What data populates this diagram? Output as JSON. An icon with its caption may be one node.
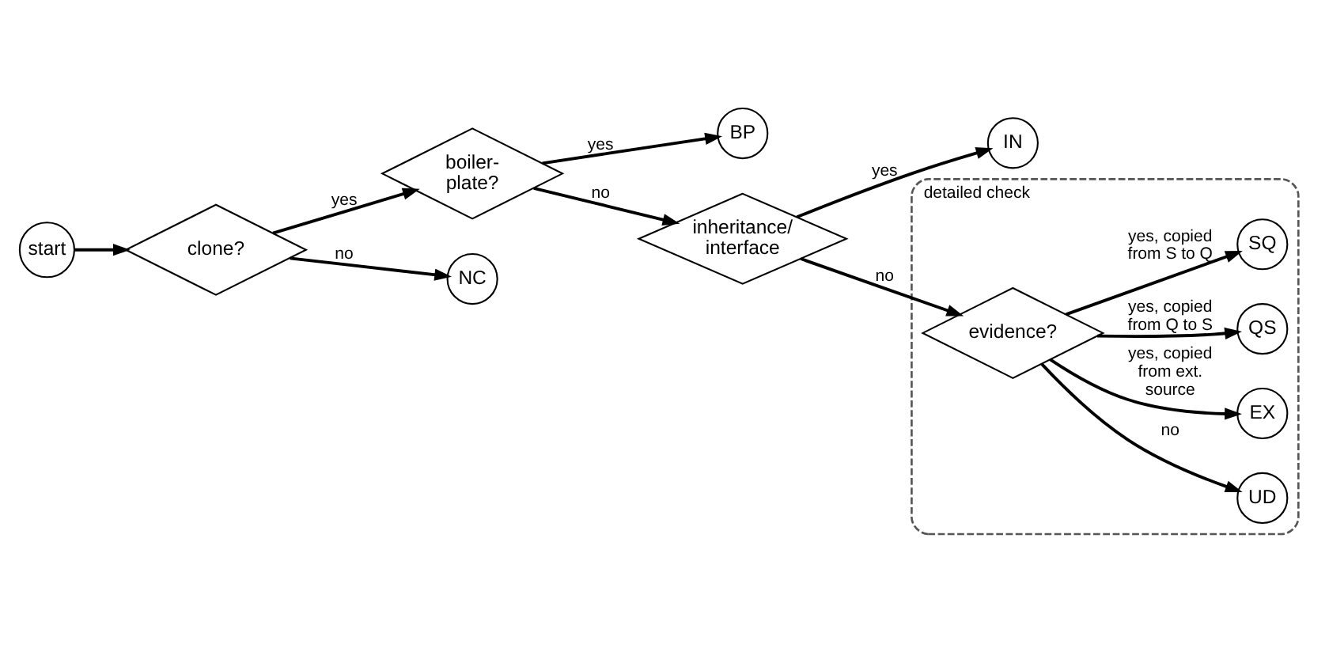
{
  "diagram": {
    "nodes": [
      {
        "text": [
          "start"
        ]
      },
      {
        "text": [
          "clone?"
        ]
      },
      {
        "text": [
          "boiler- plate?"
        ]
      },
      {
        "text": [
          "BP"
        ]
      },
      {
        "text": [
          "NC"
        ]
      },
      {
        "text": [
          "inheritance/ interface"
        ]
      },
      {
        "text": [
          "IN"
        ]
      },
      {
        "text": [
          "detailed check"
        ]
      },
      {
        "text": [
          "evidence?"
        ],
        "in": 7
      },
      {
        "text": [
          "UD"
        ],
        "in": 7
      },
      {
        "text": [
          "EX"
        ],
        "in": 7
      },
      {
        "text": [
          "QS"
        ],
        "in": 7
      },
      {
        "text": [
          "SQ"
        ],
        "in": 7
      }
    ],
    "edges": [
      {
        "from": 0,
        "to": 1,
        "arrow": "to"
      },
      {
        "from": 1,
        "to": 2,
        "arrow": "to",
        "label": "yes"
      },
      {
        "from": 1,
        "to": 4,
        "arrow": "to",
        "label": "no"
      },
      {
        "from": 2,
        "to": 3,
        "arrow": "to",
        "label": "yes"
      },
      {
        "from": 2,
        "to": 5,
        "arrow": "to",
        "label": "no"
      },
      {
        "from": 5,
        "to": 6,
        "arrow": "to",
        "label": "yes"
      },
      {
        "from": 5,
        "to": 8,
        "arrow": "to",
        "label": "no"
      },
      {
        "from": 8,
        "to": 9,
        "arrow": "to",
        "label": "no"
      },
      {
        "from": 8,
        "to": 10,
        "arrow": "to",
        "label": "yes, copied from ext. source"
      },
      {
        "from": 8,
        "to": 11,
        "arrow": "to",
        "label": "yes, copied from Q to S"
      },
      {
        "from": 8,
        "to": 12,
        "arrow": "to",
        "label": "yes, copied from S to Q"
      }
    ]
  }
}
